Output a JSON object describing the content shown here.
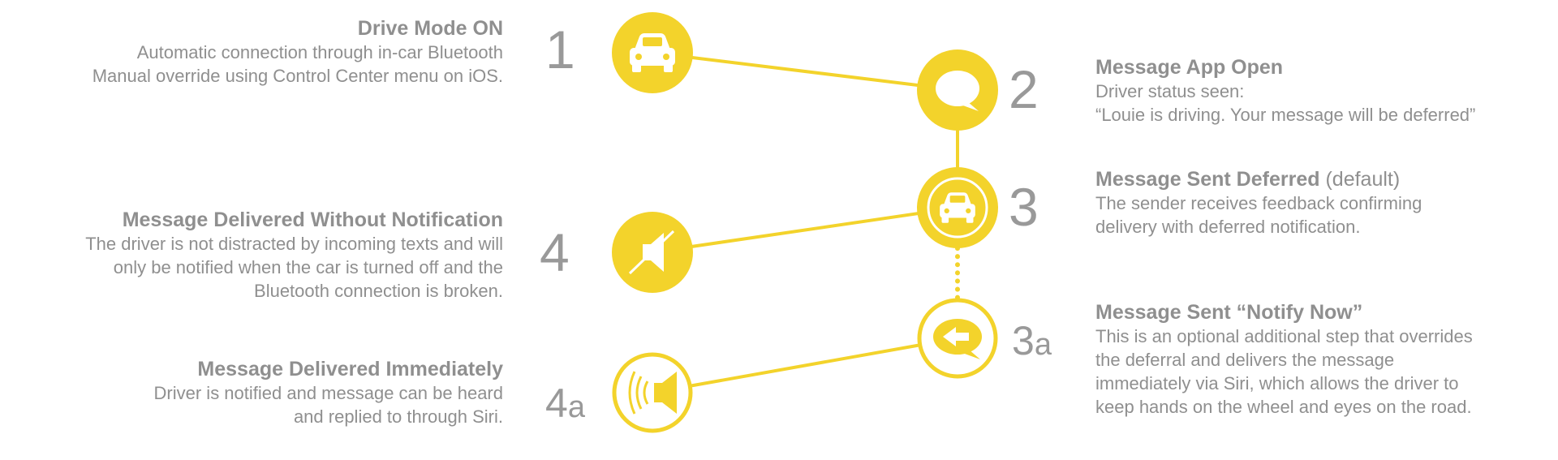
{
  "colors": {
    "accent": "#f3d32b",
    "text": "#8f8f8f",
    "number": "#999999"
  },
  "steps": [
    {
      "id": "1",
      "icon": "car-icon",
      "title": "Drive Mode ON",
      "lines": [
        "Automatic connection  through in-car Bluetooth",
        "Manual override using Control Center menu on iOS."
      ]
    },
    {
      "id": "2",
      "icon": "speech-bubble-icon",
      "title": "Message App Open",
      "lines": [
        "Driver status seen:",
        "“Louie is driving. Your message will be deferred”"
      ]
    },
    {
      "id": "3",
      "icon": "car-badge-icon",
      "title": "Message Sent Deferred",
      "title_suffix": " (default)",
      "lines": [
        "The sender receives feedback confirming",
        "delivery with deferred notification."
      ]
    },
    {
      "id": "3",
      "id_sub": "a",
      "icon": "reply-bubble-icon",
      "title": "Message Sent “Notify Now”",
      "lines": [
        "This is an optional additional step that overrides",
        "the deferral and delivers the message",
        "immediately via Siri, which allows the driver to",
        "keep hands on the wheel and eyes on the road."
      ]
    },
    {
      "id": "4",
      "icon": "muted-speaker-icon",
      "title": "Message Delivered Without Notification",
      "lines": [
        "The driver is not distracted by incoming texts and will",
        "only be notified when the car is turned off and the",
        "Bluetooth connection is broken."
      ]
    },
    {
      "id": "4",
      "id_sub": "a",
      "icon": "speaker-sound-icon",
      "title": "Message Delivered Immediately",
      "lines": [
        "Driver is notified and message can be heard",
        "and replied to through Siri."
      ]
    }
  ]
}
